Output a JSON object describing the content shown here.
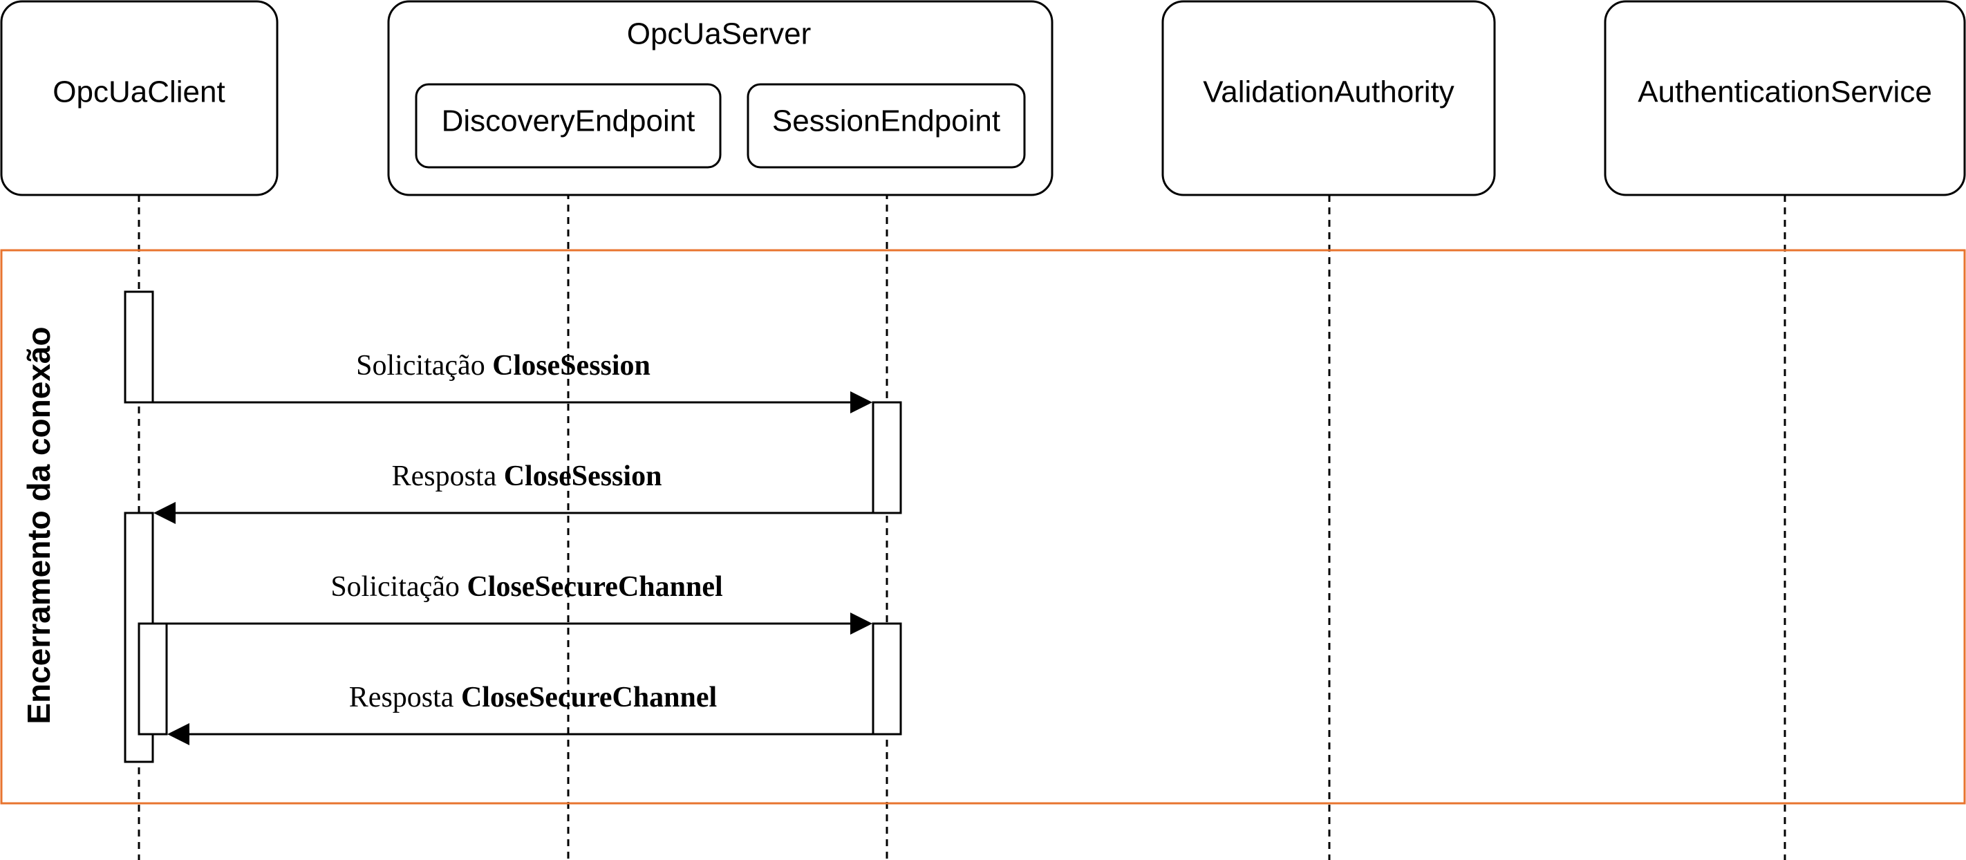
{
  "participants": {
    "client": "OpcUaClient",
    "server": "OpcUaServer",
    "discovery": "DiscoveryEndpoint",
    "session": "SessionEndpoint",
    "validation": "ValidationAuthority",
    "authentication": "AuthenticationService"
  },
  "frame": {
    "label": "Encerramento da conexão",
    "color": "#E8742F"
  },
  "messages": [
    {
      "prefix": "Solicitação",
      "operation": "CloseSession",
      "from": "client",
      "to": "session"
    },
    {
      "prefix": "Resposta",
      "operation": "CloseSession",
      "from": "session",
      "to": "client"
    },
    {
      "prefix": "Solicitação",
      "operation": "CloseSecureChannel",
      "from": "client",
      "to": "session"
    },
    {
      "prefix": "Resposta",
      "operation": "CloseSecureChannel",
      "from": "session",
      "to": "client"
    }
  ]
}
